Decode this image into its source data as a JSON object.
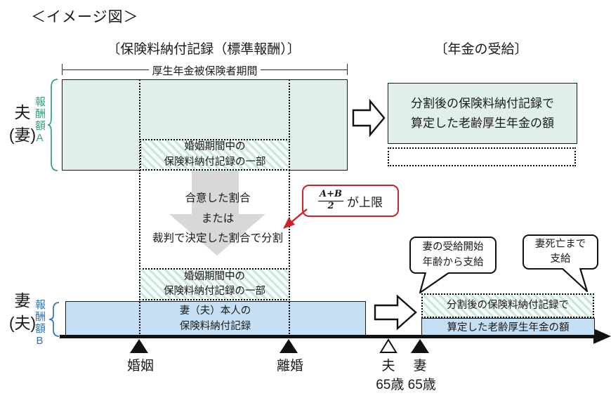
{
  "colors": {
    "teal_fill": "#e1efea",
    "blue_fill": "#c5e0f4",
    "green_accent": "#2fa17c",
    "blue_accent": "#2e74b5",
    "red_accent": "#cb2328",
    "gray_arrow": "#d8d8d8"
  },
  "title": "＜イメージ図＞",
  "headers": {
    "left": "〔保険料納付記録（標準報酬）〕",
    "right": "〔年金の受給〕"
  },
  "period_bracket": "厚生年金被保険者期間",
  "left_labels": {
    "husband": {
      "line1": "夫",
      "line2": "(妻)"
    },
    "wife": {
      "line1": "妻",
      "line2": "(夫)"
    },
    "remuneration_a": "報酬額A",
    "remuneration_b": "報酬額B"
  },
  "marriage_portion": {
    "line1": "婚姻期間中の",
    "line2": "保険料納付記録の一部"
  },
  "split_arrow": {
    "line1": "合意した割合",
    "line2": "または",
    "line3": "裁判で決定した割合で分割"
  },
  "formula": {
    "numerator": "A+B",
    "denominator": "2",
    "suffix": "が上限"
  },
  "husband_result_box": {
    "line1": "分割後の保険料納付記録で",
    "line2": "算定した老齢厚生年金の額"
  },
  "own_record_box": {
    "line1": "妻（夫）本人の",
    "line2": "保険料納付記録"
  },
  "wife_result_box": {
    "hatched": "分割後の保険料納付記録で",
    "blue": "算定した老齢厚生年金の額"
  },
  "bubbles": {
    "start": {
      "line1": "妻の受給開始",
      "line2": "年齢から支給"
    },
    "death": {
      "line1": "妻死亡まで",
      "line2": "支給"
    }
  },
  "timeline": {
    "marriage": "婚姻",
    "divorce": "離婚",
    "husband": "夫",
    "wife": "妻",
    "ages": "65歳 65歳"
  }
}
